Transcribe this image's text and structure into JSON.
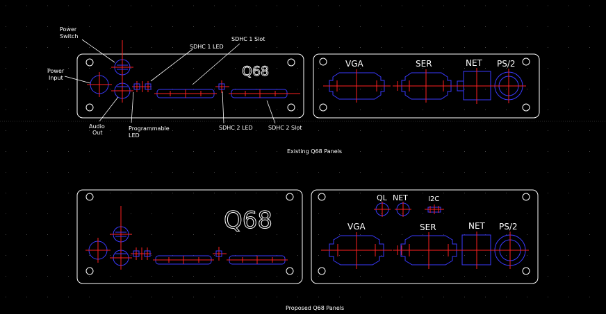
{
  "colors": {
    "background": "#000000",
    "grid": "#4a4a4a",
    "outline": "#ffffff",
    "component": "#3a3aff",
    "crosshair": "#ff2020",
    "label": "#ffffff"
  },
  "existing": {
    "title": "Existing Q68 Panels",
    "logo": "Q68",
    "callouts": {
      "power_switch": [
        "Power",
        "Switch"
      ],
      "power_input": [
        "Power",
        "Input"
      ],
      "sdhc1_led": "SDHC 1 LED",
      "sdhc1_slot": "SDHC 1 Slot",
      "audio_out": [
        "Audio",
        "Out"
      ],
      "prog_led": [
        "Programmable",
        "LED"
      ],
      "sdhc2_led": "SDHC 2 LED",
      "sdhc2_slot": "SDHC 2 Slot"
    },
    "ports": {
      "vga": "VGA",
      "ser": "SER",
      "net": "NET",
      "ps2": "PS/2"
    }
  },
  "proposed": {
    "title": "Proposed Q68 Panels",
    "logo": "Q68",
    "ports": {
      "ql": "QL",
      "net_small": "NET",
      "i2c": "I2C",
      "vga": "VGA",
      "ser": "SER",
      "net": "NET",
      "ps2": "PS/2"
    }
  }
}
